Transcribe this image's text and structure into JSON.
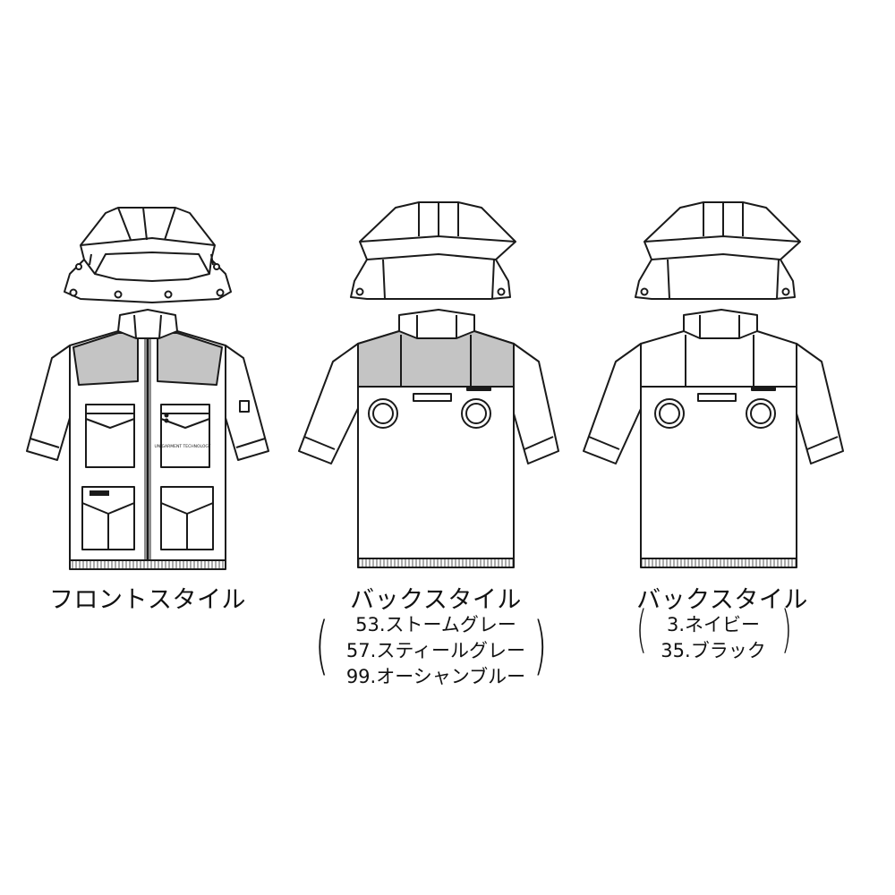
{
  "figure": {
    "panels": [
      {
        "id": "front",
        "caption": "フロントスタイル",
        "colors": []
      },
      {
        "id": "back-grey",
        "caption": "バックスタイル",
        "colors": [
          "53.ストームグレー",
          "57.スティールグレー",
          "99.オーシャンブルー"
        ]
      },
      {
        "id": "back-dark",
        "caption": "バックスタイル",
        "colors": [
          "3.ネイビー",
          "35.ブラック"
        ]
      }
    ],
    "front_logos": {
      "chest": "UNIGARMENT TECHNOLOGY",
      "arm": "",
      "patch": ""
    }
  },
  "colors": {
    "line": "#1a1a1a",
    "fill": "#ffffff",
    "yoke_gray": "#c4c4c4",
    "rib": "#9a9a9a"
  }
}
